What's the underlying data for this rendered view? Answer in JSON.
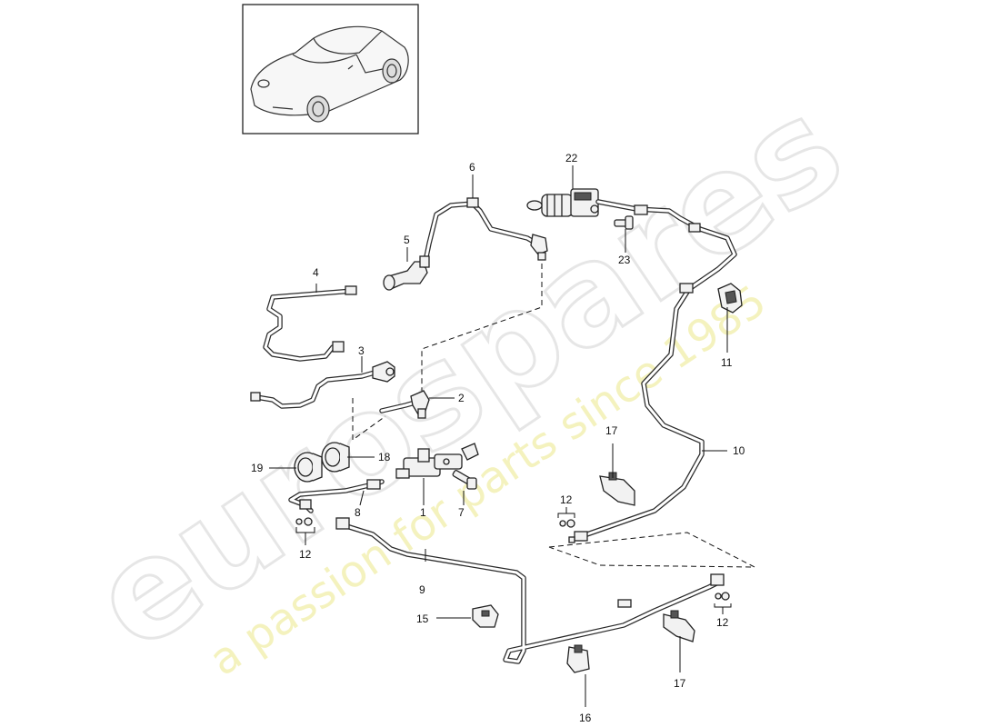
{
  "watermark": {
    "brand": "eurospares",
    "tagline": "a passion for parts since 1985"
  },
  "callouts": {
    "c1": "1",
    "c2": "2",
    "c3": "3",
    "c4": "4",
    "c5": "5",
    "c6": "6",
    "c7": "7",
    "c8": "8",
    "c9": "9",
    "c10": "10",
    "c11": "11",
    "c12a": "12",
    "c12b": "12",
    "c12c": "12",
    "c15": "15",
    "c16": "16",
    "c17a": "17",
    "c17b": "17",
    "c18": "18",
    "c19": "19",
    "c22": "22",
    "c23": "23"
  }
}
